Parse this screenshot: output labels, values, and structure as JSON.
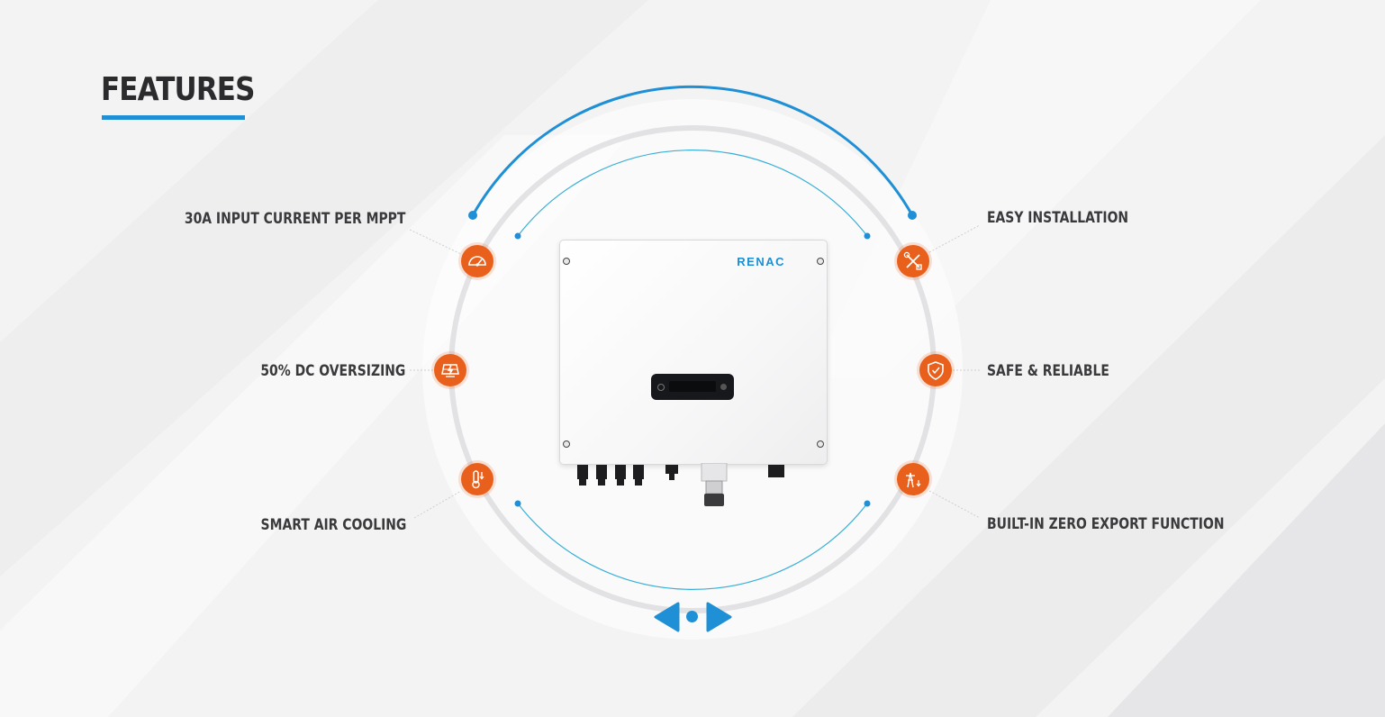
{
  "section": {
    "title": "FEATURES"
  },
  "product": {
    "brand": "RENAC"
  },
  "features_left": [
    {
      "label": "30A INPUT CURRENT PER MPPT",
      "icon": "gauge-icon"
    },
    {
      "label": "50% DC OVERSIZING",
      "icon": "solar-panel-icon"
    },
    {
      "label": "SMART AIR COOLING",
      "icon": "thermometer-icon"
    }
  ],
  "features_right": [
    {
      "label": "EASY INSTALLATION",
      "icon": "tools-icon"
    },
    {
      "label": "SAFE & RELIABLE",
      "icon": "shield-icon"
    },
    {
      "label": "BUILT-IN ZERO EXPORT FUNCTION",
      "icon": "power-tower-icon"
    }
  ],
  "colors": {
    "accent_blue": "#1f8fd6",
    "icon_orange": "#e8601c",
    "title_dark": "#2b2b2e"
  }
}
